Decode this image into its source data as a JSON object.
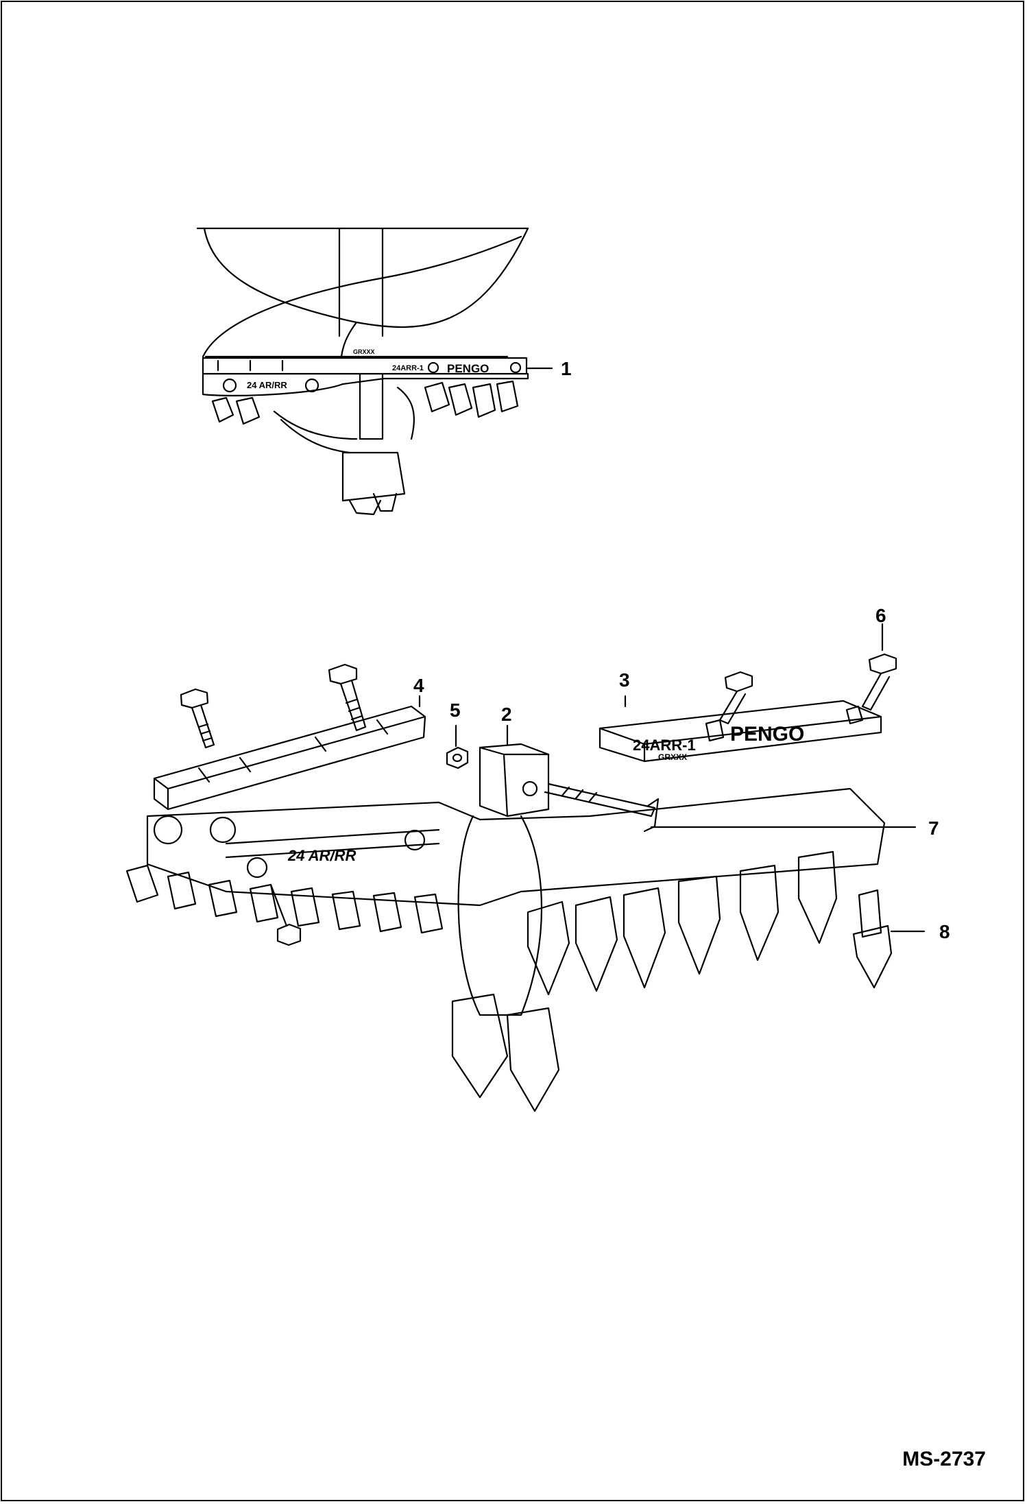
{
  "figure": {
    "drawing_code": "MS-2737",
    "callouts": [
      "1",
      "2",
      "3",
      "4",
      "5",
      "6",
      "7",
      "8"
    ],
    "part_markings": {
      "top_small_left": "24 AR/RR",
      "top_small_right": "24ARR-1",
      "top_brand": "PENGO",
      "top_small_stamp": "GRXXX",
      "exploded_left_bar": "24 AR/RR",
      "exploded_right_bar": "24ARR-1",
      "exploded_brand": "PENGO",
      "exploded_stamp": "GRXXX"
    }
  }
}
